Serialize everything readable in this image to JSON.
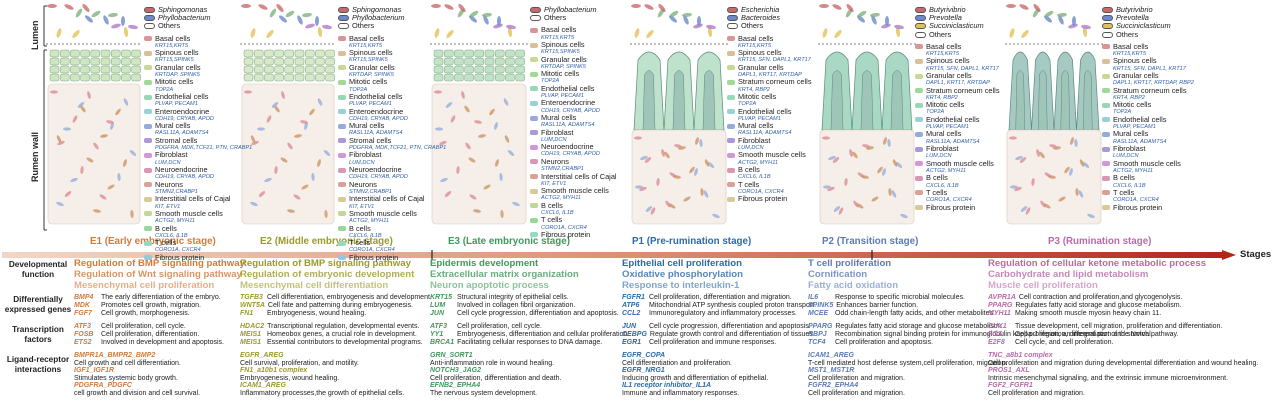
{
  "side_labels": {
    "lumen": "Lumen",
    "rumen_wall": "Rumen wall"
  },
  "colors": {
    "E1": "#d37a3a",
    "E2": "#9a9a2a",
    "E3": "#3e9a5c",
    "P1": "#2a6aa8",
    "P2": "#5a7ab8",
    "P3": "#b86aa8",
    "gene_blue": "#2f5fa8"
  },
  "panels": [
    {
      "bacteria": [
        "Sphingomonas",
        "Phyllobacterium",
        "Others"
      ],
      "cells": [
        {
          "name": "Basal cells",
          "markers": "KRT15,KRT5"
        },
        {
          "name": "Spinous cells",
          "markers": "KRT15,SPINK5"
        },
        {
          "name": "Granular cells",
          "markers": "KRTDAP, SPINK5"
        },
        {
          "name": "Mitotic cells",
          "markers": "TOP2A"
        },
        {
          "name": "Endothelial cells",
          "markers": "PLVAP, PECAM1"
        },
        {
          "name": "Enteroendocrine",
          "markers": "CDH19, CRYAB, APOD"
        },
        {
          "name": "Mural cells",
          "markers": "RASL11A, ADAMTS4"
        },
        {
          "name": "Stromal cells",
          "markers": "PDGFRA, MDK,TCF21, PTN, CRABP1"
        },
        {
          "name": "Fibroblast",
          "markers": "LUM,DCN"
        },
        {
          "name": "Neuroendocrine",
          "markers": "CDH19, CRYAB, APOD"
        },
        {
          "name": "Neurons",
          "markers": "STMN2,CRABP1"
        },
        {
          "name": "Interstitial cells of Cajal",
          "markers": "KIT, ETV1"
        },
        {
          "name": "Smooth muscle cells",
          "markers": "ACTG2, MYH11"
        },
        {
          "name": "B cells",
          "markers": "CXCL6, IL1B"
        },
        {
          "name": "T cells",
          "markers": "CORO1A, CXCR4"
        },
        {
          "name": "Fibrous protein",
          "markers": ""
        }
      ]
    },
    {
      "bacteria": [
        "Sphingomonas",
        "Phyllobacterium",
        "Others"
      ],
      "cells": [
        {
          "name": "Basal cells",
          "markers": "KRT15,KRT5"
        },
        {
          "name": "Spinous cells",
          "markers": "KRT15,SPINK5"
        },
        {
          "name": "Granular cells",
          "markers": "KRTDAP, SPINK5"
        },
        {
          "name": "Mitotic cells",
          "markers": "TOP2A"
        },
        {
          "name": "Endothelial cells",
          "markers": "PLVAP, PECAM1"
        },
        {
          "name": "Enteroendocrine",
          "markers": "CDH19, CRYAB, APOD"
        },
        {
          "name": "Mural cells",
          "markers": "RASL11A, ADAMTS4"
        },
        {
          "name": "Stromal cells",
          "markers": "PDGFRA, MDK,TCF21, PTN, CRABP1"
        },
        {
          "name": "Fibroblast",
          "markers": "LUM,DCN"
        },
        {
          "name": "Neuroendocrine",
          "markers": "CDH19, CRYAB, APOD"
        },
        {
          "name": "Neurons",
          "markers": "STMN2,CRABP1"
        },
        {
          "name": "Interstitial cells of Cajal",
          "markers": "KIT, ETV1"
        },
        {
          "name": "Smooth muscle cells",
          "markers": "ACTG2, MYH11"
        },
        {
          "name": "B cells",
          "markers": "CXCL6, IL1B"
        },
        {
          "name": "T cells",
          "markers": "CORO1A, CXCR4"
        },
        {
          "name": "Fibrous protein",
          "markers": ""
        }
      ]
    },
    {
      "bacteria": [
        "Phyllobacterium",
        "Others"
      ],
      "cells": [
        {
          "name": "Basal cells",
          "markers": "KRT15,KRT5"
        },
        {
          "name": "Spinous cells",
          "markers": "KRT15,SPINK5"
        },
        {
          "name": "Granular cells",
          "markers": "KRTDAP, SPINK5"
        },
        {
          "name": "Mitotic cells",
          "markers": "TOP2A"
        },
        {
          "name": "Endothelial cells",
          "markers": "PLVAP, PECAM1"
        },
        {
          "name": "Enteroendocrine",
          "markers": "CDH19, CRYAB, APOD"
        },
        {
          "name": "Mural cells",
          "markers": "RASL11A, ADAMTS4"
        },
        {
          "name": "Fibroblast",
          "markers": "LUM,DCN"
        },
        {
          "name": "Neuroendocrine",
          "markers": "CDH19, CRYAB, APOD"
        },
        {
          "name": "Neurons",
          "markers": "STMN2,CRABP1"
        },
        {
          "name": "Interstitial cells of Cajal",
          "markers": "KIT, ETV1"
        },
        {
          "name": "Smooth muscle cells",
          "markers": "ACTG2, MYH11"
        },
        {
          "name": "B cells",
          "markers": "CXCL6, IL1B"
        },
        {
          "name": "T cells",
          "markers": "CORO1A, CXCR4"
        },
        {
          "name": "Fibrous protein",
          "markers": ""
        }
      ]
    },
    {
      "bacteria": [
        "Escherichia",
        "Bacteroides",
        "Others"
      ],
      "cells": [
        {
          "name": "Basal cells",
          "markers": "KRT15,KRT5"
        },
        {
          "name": "Spinous cells",
          "markers": "KRT15, SFN, DAPL1, KRT17"
        },
        {
          "name": "Granular cells",
          "markers": "DAPL1, KRT17, KRTDAP"
        },
        {
          "name": "Stratum corneum cells",
          "markers": "KRT4, RBP2"
        },
        {
          "name": "Mitotic cells",
          "markers": "TOP2A"
        },
        {
          "name": "Endothelial cells",
          "markers": "PLVAP, PECAM1"
        },
        {
          "name": "Mural cells",
          "markers": "RASL11A, ADAMTS4"
        },
        {
          "name": "Fibroblast",
          "markers": "LUM,DCN"
        },
        {
          "name": "Smooth muscle cells",
          "markers": "ACTG2, MYH11"
        },
        {
          "name": "B cells",
          "markers": "CXCL6, IL1B"
        },
        {
          "name": "T cells",
          "markers": "CORO1A, CXCR4"
        },
        {
          "name": "Fibrous protein",
          "markers": ""
        }
      ]
    },
    {
      "bacteria": [
        "Butyrivibrio",
        "Prevotella",
        "Succiniclasticum",
        "Others"
      ],
      "cells": [
        {
          "name": "Basal cells",
          "markers": "KRT15,KRT5"
        },
        {
          "name": "Spinous cells",
          "markers": "KRT15, SFN, DAPL1, KRT17"
        },
        {
          "name": "Granular cells",
          "markers": "DAPL1, KRT17, KRTDAP"
        },
        {
          "name": "Stratum corneum cells",
          "markers": "KRT4, RBP2"
        },
        {
          "name": "Mitotic cells",
          "markers": "TOP2A"
        },
        {
          "name": "Endothelial cells",
          "markers": "PLVAP, PECAM1"
        },
        {
          "name": "Mural cells",
          "markers": "RASL11A, ADAMTS4"
        },
        {
          "name": "Fibroblast",
          "markers": "LUM,DCN"
        },
        {
          "name": "Smooth muscle cells",
          "markers": "ACTG2, MYH11"
        },
        {
          "name": "B cells",
          "markers": "CXCL6, IL1B"
        },
        {
          "name": "T cells",
          "markers": "CORO1A, CXCR4"
        },
        {
          "name": "Fibrous protein",
          "markers": ""
        }
      ]
    },
    {
      "bacteria": [
        "Butyrivibrio",
        "Prevotella",
        "Succiniclasticum",
        "Others"
      ],
      "cells": [
        {
          "name": "Basal cells",
          "markers": "KRT15,KRT5"
        },
        {
          "name": "Spinous cells",
          "markers": "KRT15, SFN, DAPL1, KRT17"
        },
        {
          "name": "Granular cells",
          "markers": "DAPL1, KRT17, KRTDAP, RBP2"
        },
        {
          "name": "Stratum corneum cells",
          "markers": "KRT4, RBP2"
        },
        {
          "name": "Mitotic cells",
          "markers": "TOP2A"
        },
        {
          "name": "Endothelial cells",
          "markers": "PLVAP, PECAM1"
        },
        {
          "name": "Mural cells",
          "markers": "RASL11A, ADAMTS4"
        },
        {
          "name": "Fibroblast",
          "markers": "LUM,DCN"
        },
        {
          "name": "Smooth muscle cells",
          "markers": "ACTG2, MYH11"
        },
        {
          "name": "B cells",
          "markers": "CXCL6, IL1B"
        },
        {
          "name": "T cells",
          "markers": "CORO1A, CXCR4"
        },
        {
          "name": "Fibrous protein",
          "markers": ""
        }
      ]
    }
  ],
  "stages": [
    {
      "label": "E1 (Early embryonic stage)"
    },
    {
      "label": "E2 (Middle embryonic stage)"
    },
    {
      "label": "E3 (Late embryonic stage)"
    },
    {
      "label": "P1 (Pre-rumination stage)"
    },
    {
      "label": "P2 (Transition stage)"
    },
    {
      "label": "P3 (Rumination stage)"
    }
  ],
  "stages_axis_label": "Stages",
  "row_labels": [
    "Developmental function",
    "Differentially expressed genes",
    "Transcription factors",
    "Ligand-receptor interactions"
  ],
  "columns": [
    {
      "functions": [
        "Regulation of BMP signaling pathway",
        "Regulation of Wnt signaling pathway",
        "Mesenchymal cell proliferation"
      ],
      "genes": [
        {
          "g": "BMP4",
          "d": "The early differentiation of the embryo."
        },
        {
          "g": "MDK",
          "d": "Promotes cell growth, migration."
        },
        {
          "g": "FGF7",
          "d": "Cell growth, morphogenesis."
        }
      ],
      "tfs": [
        {
          "g": "ATF3",
          "d": "Cell proliferation, cell cycle."
        },
        {
          "g": "FOSB",
          "d": "Cell proliferation, differentiation."
        },
        {
          "g": "ETS2",
          "d": "Involved in development and apoptosis."
        }
      ],
      "lr": [
        {
          "g": "BMPR1A_BMPR2_BMP2",
          "d": "Cell growth and cell differentiation."
        },
        {
          "g": "IGF1_IGF1R",
          "d": "Stimulates systemic body growth."
        },
        {
          "g": "PDGFRA_PDGFC",
          "d": "cell growth and division and cell survival."
        }
      ]
    },
    {
      "functions": [
        "Regulation of BMP signaling pathway",
        "Regulation of embryonic development",
        "Mesenchymal cell differentiation"
      ],
      "genes": [
        {
          "g": "TGFB3",
          "d": "Cell differentiation, embryogenesis and development."
        },
        {
          "g": "WNT5A",
          "d": "Cell fate and patterning during embryogenesis."
        },
        {
          "g": "FN1",
          "d": "Embryogenesis, wound healing."
        }
      ],
      "tfs": [
        {
          "g": "HDAC2",
          "d": "Transcriptional regulation, developmental events."
        },
        {
          "g": "MEIS1",
          "d": "Homeobox genes, a crucial role in development."
        },
        {
          "g": "MEIS1",
          "d": "Essential contributors to developmental programs."
        }
      ],
      "lr": [
        {
          "g": "EGFR_AREG",
          "d": "Cell survival, proliferation, and motility."
        },
        {
          "g": "FN1_a10b1 complex",
          "d": "Embryogenesis, wound healing."
        },
        {
          "g": "ICAM1_AREG",
          "d": "Inflammatory processes,the growth of epithelial cells."
        }
      ]
    },
    {
      "functions": [
        "Epidermis development",
        "Extracellular matrix organization",
        "Neuron apoptotic process"
      ],
      "genes": [
        {
          "g": "KRT15",
          "d": "Structural integrity of epithelial cells."
        },
        {
          "g": "LUM",
          "d": "Involved in collagen fibril organization."
        },
        {
          "g": "JUN",
          "d": "Cell cycle progression, differentiation and apoptosis."
        }
      ],
      "tfs": [
        {
          "g": "ATF3",
          "d": "Cell proliferation, cell cycle."
        },
        {
          "g": "YY1",
          "d": "Embryogenesis, differentiation and cellular proliferation."
        },
        {
          "g": "BRCA1",
          "d": "Facilitating cellular responses to DNA damage."
        }
      ],
      "lr": [
        {
          "g": "GRN_SORT1",
          "d": "Anti-inflammation role in wound healing."
        },
        {
          "g": "NOTCH3_JAG2",
          "d": "Cell proliferation, differentiation and death."
        },
        {
          "g": "EFNB2_EPHA4",
          "d": "The nervous system development."
        }
      ]
    },
    {
      "functions": [
        "Epithelial cell proliferation",
        "Oxidative phosphorylation",
        "Response to interleukin-1"
      ],
      "genes": [
        {
          "g": "FGFR1",
          "d": "Cell proliferation, differentiation and migration."
        },
        {
          "g": "ATP6",
          "d": "Mitochondrial ATP synthesis coupled proton transport."
        },
        {
          "g": "CCL2",
          "d": "Immunoregulatory and inflammatory processes."
        }
      ],
      "tfs": [
        {
          "g": "JUN",
          "d": "Cell cycle progression, differentiation and apoptosis."
        },
        {
          "g": "CEBPG",
          "d": "Regulate growth control and differentiation of tissues."
        },
        {
          "g": "EGR1",
          "d": "Cell proliferation and immune responses."
        }
      ],
      "lr": [
        {
          "g": "EGFR_COPA",
          "d": "Cell differentiation and proliferation."
        },
        {
          "g": "EGFR_NRG1",
          "d": "Inducing growth and differentiation of epithelial."
        },
        {
          "g": "IL1 receptor inhibitor_IL1A",
          "d": "Immune and inflammatory responses."
        }
      ]
    },
    {
      "functions": [
        "T cell proliferation",
        "Cornification",
        "Fatty acid oxidation"
      ],
      "genes": [
        {
          "g": "IL6",
          "d": "Response to specific microbial molecules."
        },
        {
          "g": "SPINK5",
          "d": "Enhances barrier function."
        },
        {
          "g": "MCEE",
          "d": "Odd chain-length fatty acids, and other metabolites."
        }
      ],
      "tfs": [
        {
          "g": "PPARG",
          "d": "Regulates fatty acid storage and glucose metabolism."
        },
        {
          "g": "RBPJ",
          "d": "Recombination signal binding protein for immunoglobulin kappa J region, an integral part of the Notch pathway."
        },
        {
          "g": "TCF4",
          "d": "Cell proliferation and apoptosis."
        }
      ],
      "lr": [
        {
          "g": "ICAM1_AREG",
          "d": "T-cell mediated host defense system,cell proliferation, migration."
        },
        {
          "g": "MST1_MST1R",
          "d": "Cell proliferation and migration."
        },
        {
          "g": "FGFR2_EPHA4",
          "d": "Cell proliferation and migration."
        }
      ]
    },
    {
      "functions": [
        "Regulation of cellular ketone metabolic process",
        "Carbohydrate and lipid metabolism",
        "Muscle cell proliferation"
      ],
      "genes": [
        {
          "g": "AVPR1A",
          "d": "Cell contraction and proliferation,and glycogenolysis."
        },
        {
          "g": "PPARG",
          "d": "Regulates fatty acid storage and glucose metabolism."
        },
        {
          "g": "MYH11",
          "d": "Making smooth muscle myosin heavy chain 11."
        }
      ],
      "tfs": [
        {
          "g": "CUX1",
          "d": "Tissue development, cell migration, proliferation and differentiation."
        },
        {
          "g": "FOS",
          "d": "Cell proliferation, differentiation and survival."
        },
        {
          "g": "E2F8",
          "d": "Cell cycle, and cell proliferation."
        }
      ],
      "lr": [
        {
          "g": "TNC_a8b1 complex",
          "d": "Cell proliferation and migration during developmental differentiation and wound healing."
        },
        {
          "g": "PROS1_AXL",
          "d": "Intrinsic mesenchymal signaling, and the extrinsic immune microenvironment."
        },
        {
          "g": "FGF2_FGFR1",
          "d": "Cell proliferation and migration."
        }
      ]
    }
  ]
}
